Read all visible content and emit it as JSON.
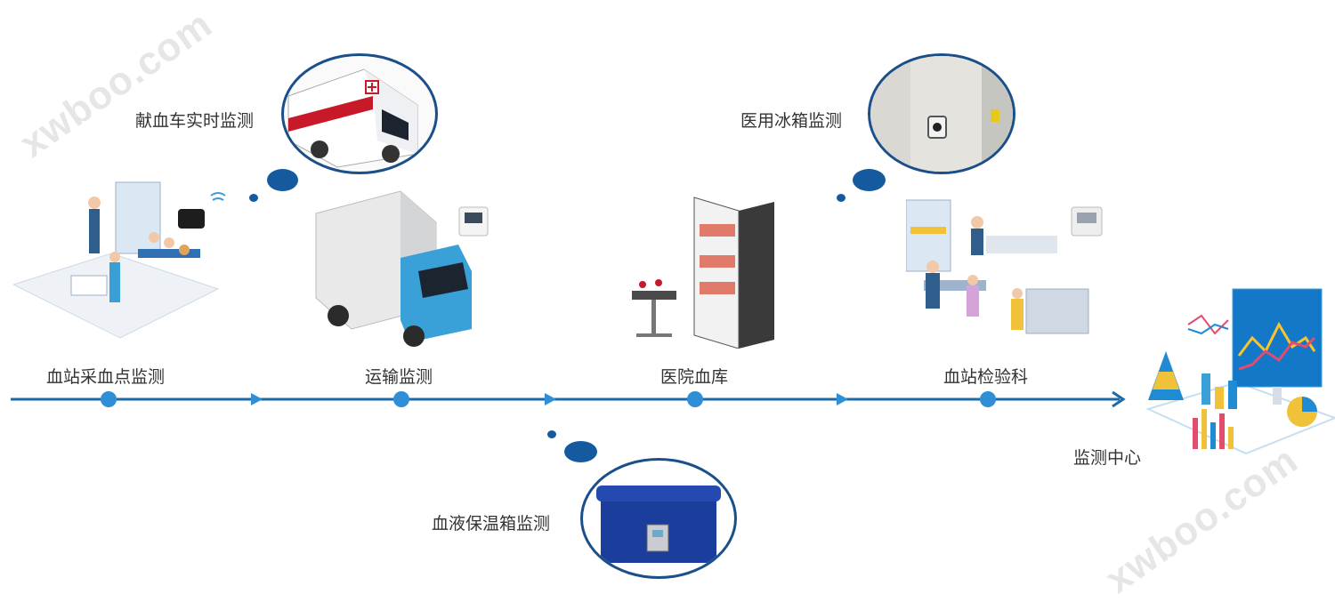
{
  "watermark": "xwboo.com",
  "colors": {
    "line": "#1c6aa6",
    "node": "#2f8fd6",
    "accent": "#15599e"
  },
  "stages": [
    {
      "label": "血站采血点监测"
    },
    {
      "label": "运输监测"
    },
    {
      "label": "医院血库"
    },
    {
      "label": "血站检验科"
    }
  ],
  "end_label": "监测中心",
  "callouts": {
    "blood_vehicle": "献血车实时监测",
    "fridge": "医用冰箱监测",
    "cooler": "血液保温箱监测"
  }
}
